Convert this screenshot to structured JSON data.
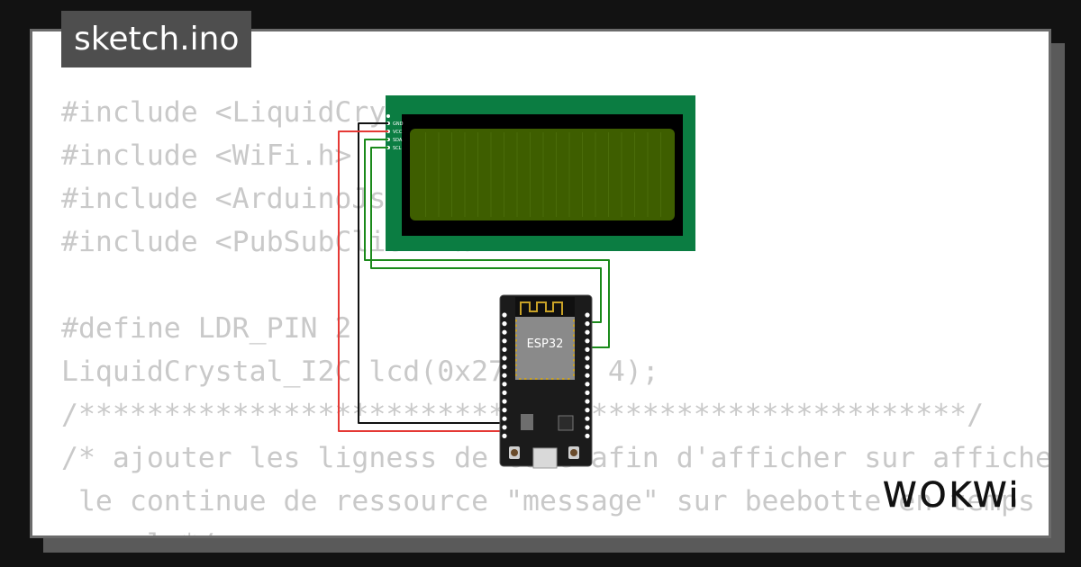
{
  "title": "sketch.ino",
  "code_lines": [
    "#include <LiquidCrystal_I2C.h>",
    "#include <WiFi.h>",
    "#include <ArduinoJson.h>",
    "#include <PubSubClient.h>",
    "",
    "#define LDR_PIN 2",
    "LiquidCrystal_I2C lcd(0x27, 20, 4);",
    "/****************************************************/",
    "/* ajouter les ligness de code afin d'afficher sur afficheur",
    " le continue de ressource \"message\" sur beebotte en temps",
    "  reel */"
  ],
  "lcd": {
    "pins": [
      "GND",
      "VCC",
      "SDA",
      "SCL"
    ]
  },
  "esp32": {
    "label": "ESP32"
  },
  "brand": {
    "logo_text": "WOKWi"
  },
  "colors": {
    "wire_red": "#e53935",
    "wire_black": "#111111",
    "wire_green": "#1b8a1b",
    "lcd_pcb": "#0b7d42",
    "lcd_screen": "#3e5e00"
  }
}
